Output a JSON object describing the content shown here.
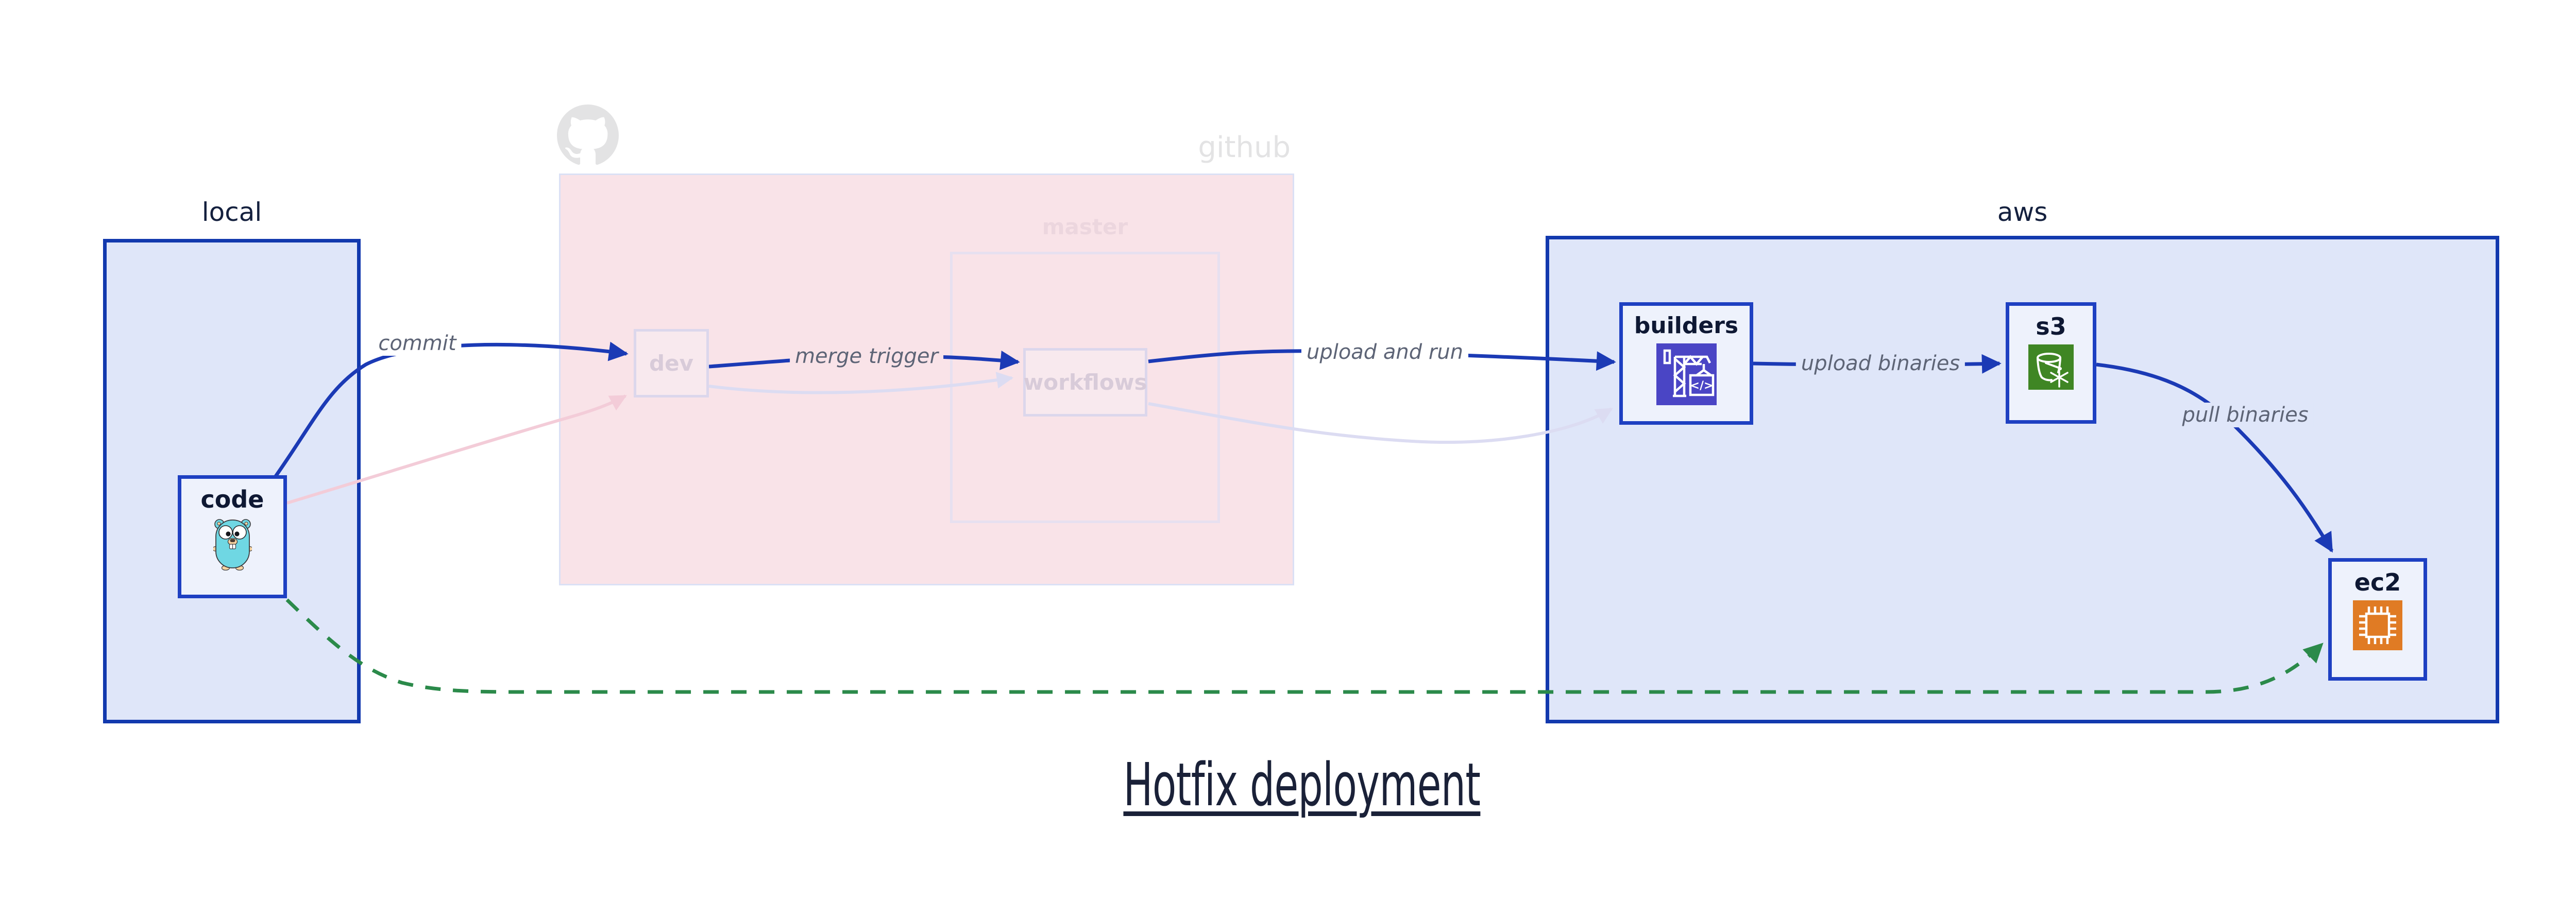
{
  "title": "Hotfix deployment",
  "groups": {
    "local": {
      "label": "local"
    },
    "github": {
      "label": "github",
      "master": {
        "label": "master"
      }
    },
    "aws": {
      "label": "aws"
    }
  },
  "nodes": {
    "code": {
      "label": "code",
      "icon": "gopher-icon"
    },
    "dev": {
      "label": "dev"
    },
    "workflows": {
      "label": "workflows"
    },
    "builders": {
      "label": "builders",
      "icon": "codebuild-crane-icon"
    },
    "s3": {
      "label": "s3",
      "icon": "s3-bucket-icon"
    },
    "ec2": {
      "label": "ec2",
      "icon": "ec2-chip-icon"
    }
  },
  "edges": {
    "commit": {
      "label": "commit",
      "style": "solid"
    },
    "merge_trigger": {
      "label": "merge trigger",
      "style": "solid"
    },
    "upload_and_run": {
      "label": "upload and run",
      "style": "solid"
    },
    "upload_binaries": {
      "label": "upload binaries",
      "style": "solid"
    },
    "pull_binaries": {
      "label": "pull binaries",
      "style": "solid"
    },
    "hotfix_path": {
      "label": "",
      "style": "dashed-green"
    }
  },
  "icons": {
    "github_logo": "github-octocat-icon"
  },
  "colors": {
    "edge-blue": "#1b3ab5",
    "edge-green": "#2b8a4a",
    "edge-faded-pink": "#f3ccd8",
    "edge-faded-lavender": "#dcdcf2",
    "container-border": "#1239ae",
    "container-fill": "#dfe6f9",
    "node-border": "#1e40c2",
    "node-fill": "#eef2fc",
    "gh-fill": "#f9e3e8",
    "gh-border": "#dbe0f5",
    "gh-gray": "#e3e3e4",
    "master-border": "#e7e0f0",
    "master-text": "#ecd6de",
    "faded-node-fill": "#f8e9ee",
    "faded-node-border": "#dcd7ec",
    "faded-node-text": "#d8cbd9",
    "edge-label": "#5d6476",
    "text-dark": "#14203e",
    "codebuild-bg": "#4a45c5",
    "s3-bg": "#3f8624",
    "ec2-bg": "#e07b24",
    "gopher-teal": "#6fd7e3"
  }
}
